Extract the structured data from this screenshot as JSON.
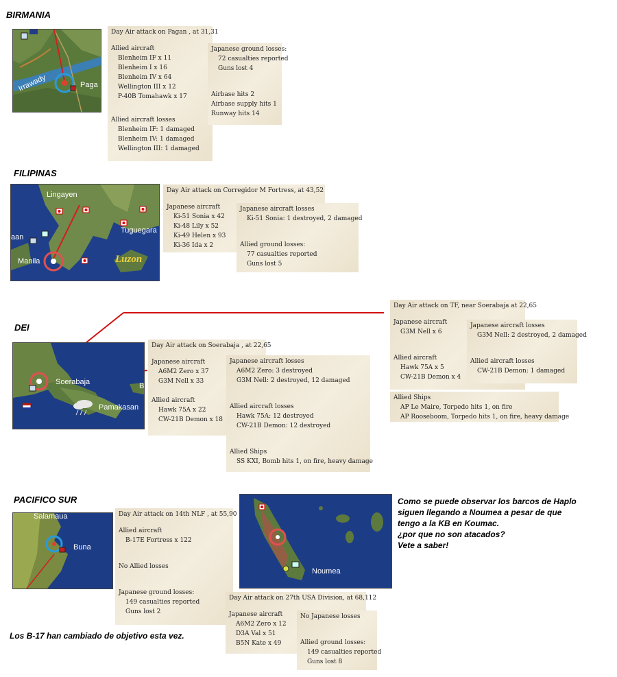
{
  "sections": {
    "birmania": "BIRMANIA",
    "filipinas": "FILIPINAS",
    "dei": "DEI",
    "pacifico": "PACIFICO SUR"
  },
  "maps": {
    "birmania": {
      "labels": [
        "Irrawady",
        "Paga"
      ]
    },
    "filipinas": {
      "labels": [
        "Lingayen",
        "Tuguegara",
        "aan",
        "Manila",
        "Luzon"
      ]
    },
    "dei": {
      "labels": [
        "Soerabaja",
        "B",
        "Pamakasan"
      ]
    },
    "pacifico1": {
      "labels": [
        "Salamaua",
        "Buna"
      ]
    },
    "pacifico2": {
      "labels": [
        "Noumea"
      ]
    }
  },
  "reports": {
    "pagan": {
      "title": "Day Air attack on Pagan , at 31,31",
      "allied_head": "Allied aircraft",
      "allied": [
        "Blenheim IF x 11",
        "Blenheim I x 16",
        "Blenheim IV x 64",
        "Wellington III x 12",
        "P-40B Tomahawk x 17"
      ],
      "loss_head": "Allied aircraft losses",
      "losses": [
        "Blenheim IF: 1 damaged",
        "Blenheim IV: 1 damaged",
        "Wellington III: 1 damaged"
      ],
      "ground_head": "Japanese ground losses:",
      "ground": [
        "72 casualties reported",
        "Guns lost 4"
      ],
      "base": [
        "Airbase hits 2",
        "Airbase supply hits 1",
        "Runway hits 14"
      ]
    },
    "corregidor": {
      "title": "Day Air attack on Corregidor M Fortress, at 43,52",
      "jap_head": "Japanese aircraft",
      "jap": [
        "Ki-51 Sonia x 42",
        "Ki-48 Lily x 52",
        "Ki-49 Helen x 93",
        "Ki-36 Ida x 2"
      ],
      "loss_head": "Japanese aircraft losses",
      "losses": [
        "Ki-51 Sonia: 1 destroyed, 2 damaged"
      ],
      "ground_head": "Allied ground losses:",
      "ground": [
        "77 casualties reported",
        "Guns lost 5"
      ]
    },
    "soerabaja": {
      "title": "Day Air attack on Soerabaja , at 22,65",
      "jap_head": "Japanese aircraft",
      "jap": [
        "A6M2 Zero x 37",
        "G3M Nell x 33"
      ],
      "allied_head": "Allied aircraft",
      "allied": [
        "Hawk 75A x 22",
        "CW-21B Demon x 18"
      ],
      "jloss_head": "Japanese aircraft losses",
      "jloss": [
        "A6M2 Zero: 3 destroyed",
        "G3M Nell: 2 destroyed, 12 damaged"
      ],
      "aloss_head": "Allied aircraft losses",
      "aloss": [
        "Hawk 75A: 12 destroyed",
        "CW-21B Demon: 12 destroyed"
      ],
      "ships_head": "Allied Ships",
      "ships": [
        "SS KXI, Bomb hits 1,  on fire,  heavy damage"
      ]
    },
    "tf": {
      "title": "Day Air attack on TF, near Soerabaja at 22,65",
      "jap_head": "Japanese aircraft",
      "jap": [
        "G3M Nell x 6"
      ],
      "allied_head": "Allied aircraft",
      "allied": [
        "Hawk 75A x 5",
        "CW-21B Demon x 4"
      ],
      "jloss_head": "Japanese aircraft losses",
      "jloss": [
        "G3M Nell: 2 destroyed, 2 damaged"
      ],
      "aloss_head": "Allied aircraft losses",
      "aloss": [
        "CW-21B Demon: 1 damaged"
      ],
      "ships_head": "Allied Ships",
      "ships": [
        "AP Le Maire, Torpedo hits 1,  on fire",
        "AP Rooseboom, Torpedo hits 1,  on fire,  heavy damage"
      ]
    },
    "nlf": {
      "title": "Day Air attack on 14th NLF , at 55,90",
      "allied_head": "Allied aircraft",
      "allied": [
        "B-17E Fortress x 122"
      ],
      "no_loss": "No Allied losses",
      "ground_head": "Japanese ground losses:",
      "ground": [
        "149 casualties reported",
        "Guns lost 2"
      ]
    },
    "usa": {
      "title": "Day Air attack on 27th USA Division, at 68,112",
      "jap_head": "Japanese aircraft",
      "jap": [
        "A6M2 Zero x 12",
        "D3A Val x 51",
        "B5N Kate x 49"
      ],
      "no_loss": "No Japanese losses",
      "ground_head": "Allied ground losses:",
      "ground": [
        "149 casualties reported",
        "Guns lost 8"
      ]
    }
  },
  "comments": {
    "koumac": [
      "Como se puede observar los barcos de Haplo",
      "siguen llegando a Noumea a pesar de que",
      "tengo a la KB en Koumac.",
      "¿por que no son atacados?",
      "Vete a saber!"
    ],
    "b17": "Los B-17 han cambiado de objetivo esta vez."
  }
}
